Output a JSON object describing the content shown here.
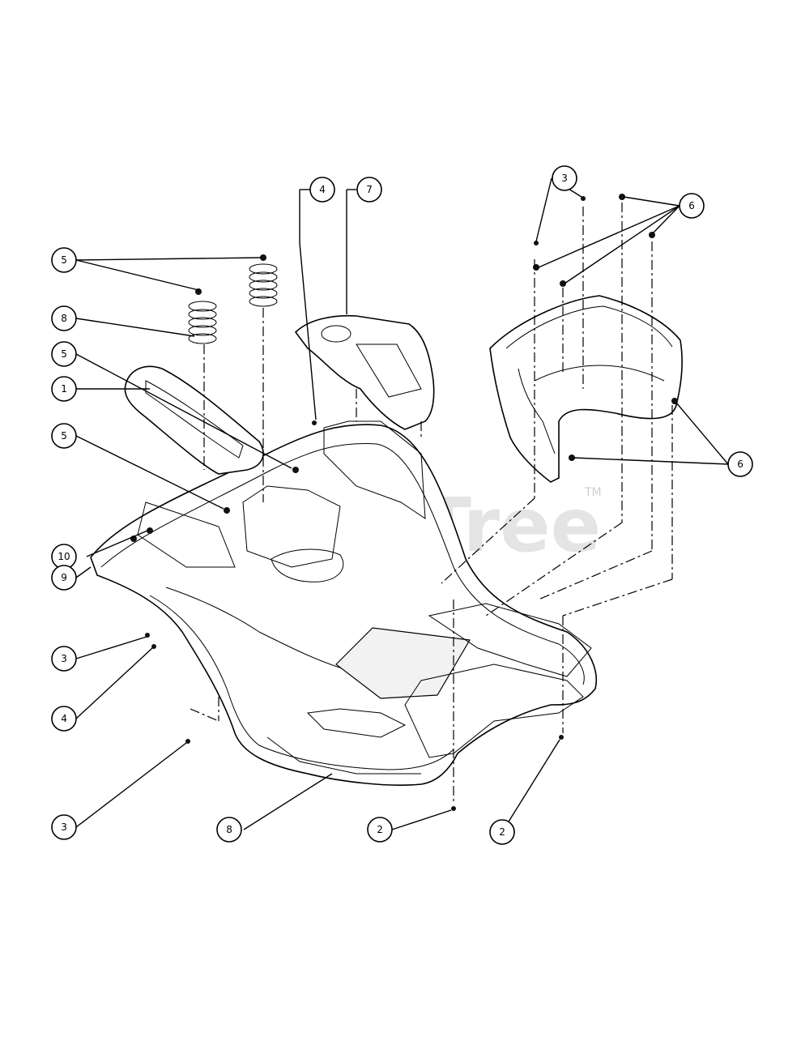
{
  "watermark": {
    "text": "PartsTree",
    "trademark": "TM"
  },
  "callouts": [
    {
      "id": "c-5a",
      "label": "5"
    },
    {
      "id": "c-8a",
      "label": "8"
    },
    {
      "id": "c-5b",
      "label": "5"
    },
    {
      "id": "c-1",
      "label": "1"
    },
    {
      "id": "c-5c",
      "label": "5"
    },
    {
      "id": "c-10",
      "label": "10"
    },
    {
      "id": "c-9",
      "label": "9"
    },
    {
      "id": "c-3a",
      "label": "3"
    },
    {
      "id": "c-4a",
      "label": "4"
    },
    {
      "id": "c-3b",
      "label": "3"
    },
    {
      "id": "c-8b",
      "label": "8"
    },
    {
      "id": "c-2a",
      "label": "2"
    },
    {
      "id": "c-2b",
      "label": "2"
    },
    {
      "id": "c-4b",
      "label": "4"
    },
    {
      "id": "c-7",
      "label": "7"
    },
    {
      "id": "c-3c",
      "label": "3"
    },
    {
      "id": "c-6a",
      "label": "6"
    },
    {
      "id": "c-6b",
      "label": "6"
    }
  ]
}
